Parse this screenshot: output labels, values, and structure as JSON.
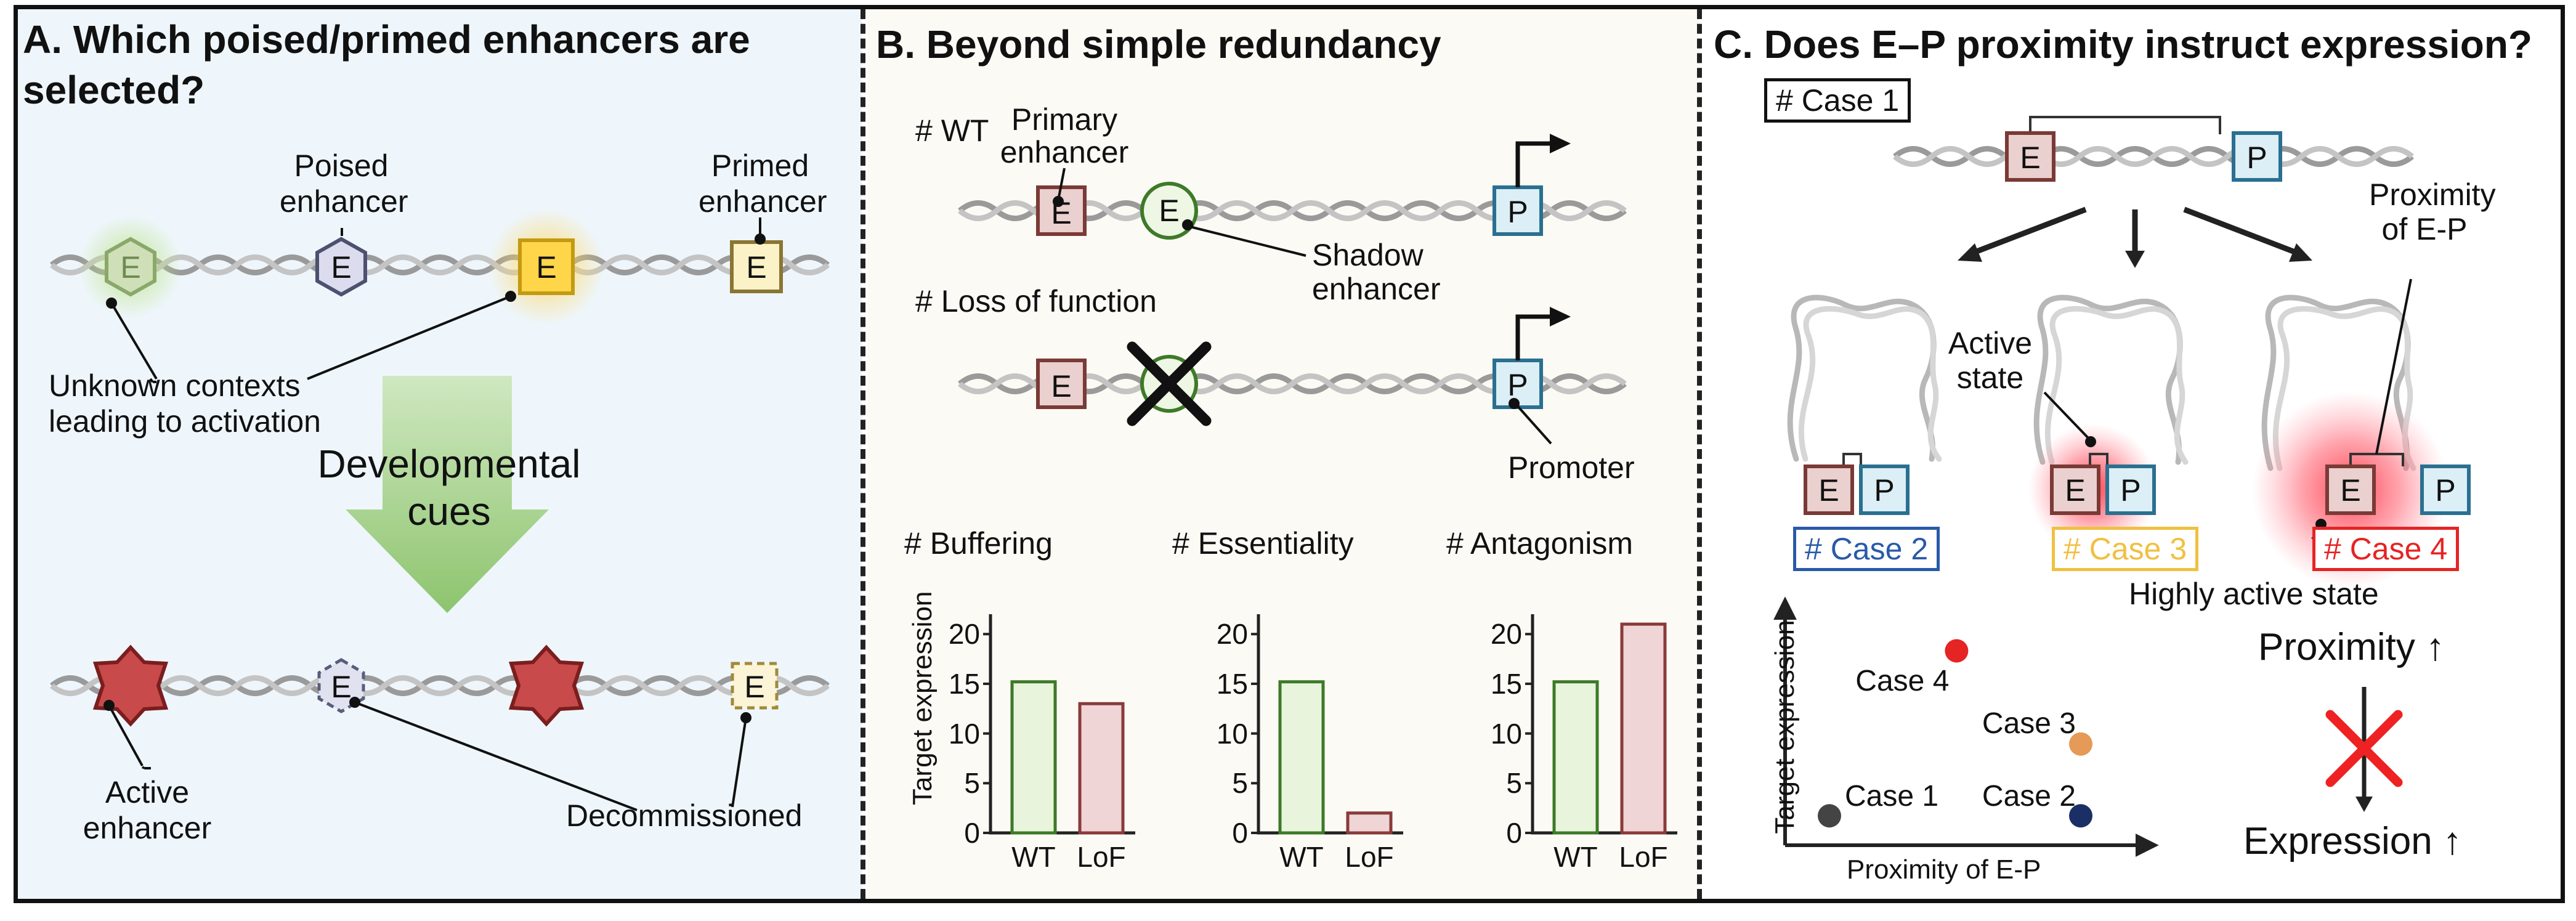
{
  "panel_a": {
    "title_line1": "A. Which poised/primed enhancers are",
    "title_line2": "selected?",
    "poised_line1": "Poised",
    "poised_line2": "enhancer",
    "primed_line1": "Primed",
    "primed_line2": "enhancer",
    "e": "E",
    "unknown_line1": "Unknown contexts",
    "unknown_line2": "leading to activation",
    "cues_line1": "Developmental",
    "cues_line2": "cues",
    "active_line1": "Active",
    "active_line2": "enhancer",
    "decommissioned": "Decommissioned"
  },
  "panel_b": {
    "title": "B. Beyond simple redundancy",
    "wt_case": "# WT",
    "primary_line1": "Primary",
    "primary_line2": "enhancer",
    "shadow_line1": "Shadow",
    "shadow_line2": "enhancer",
    "lof_case": "# Loss of function",
    "promoter": "Promoter",
    "e": "E",
    "p": "P"
  },
  "panel_c": {
    "title": "C. Does E–P proximity instruct expression?",
    "case1": "# Case 1",
    "case2": "# Case 2",
    "case3": "# Case 3",
    "case4": "# Case 4",
    "active_state_line1": "Active",
    "active_state_line2": "state",
    "proximity_line1": "Proximity",
    "proximity_line2": "of E-P",
    "highly_active": "Highly active state",
    "proximity_up": "Proximity ↑",
    "expression_up": "Expression ↑",
    "e": "E",
    "p": "P"
  },
  "chart_data": [
    {
      "type": "bar",
      "title": "# Buffering",
      "categories": [
        "WT",
        "LoF"
      ],
      "values": [
        15.2,
        13
      ],
      "ylabel": "Target expression",
      "ylim": [
        0,
        22
      ],
      "yticks": [
        0,
        5,
        10,
        15,
        20
      ],
      "colors": [
        "#e8f5dc",
        "#efd5d5"
      ]
    },
    {
      "type": "bar",
      "title": "# Essentiality",
      "categories": [
        "WT",
        "LoF"
      ],
      "values": [
        15.2,
        2
      ],
      "ylim": [
        0,
        22
      ],
      "yticks": [
        0,
        5,
        10,
        15,
        20
      ],
      "colors": [
        "#e8f5dc",
        "#efd5d5"
      ]
    },
    {
      "type": "bar",
      "title": "# Antagonism",
      "categories": [
        "WT",
        "LoF"
      ],
      "values": [
        15.2,
        21
      ],
      "ylim": [
        0,
        22
      ],
      "yticks": [
        0,
        5,
        10,
        15,
        20
      ],
      "colors": [
        "#e8f5dc",
        "#efd5d5"
      ]
    },
    {
      "type": "scatter",
      "xlabel": "Proximity of E-P",
      "ylabel": "Target expression",
      "points": [
        {
          "label": "Case 1",
          "proximity": 0.05,
          "expression": 0.05,
          "color": "#444444"
        },
        {
          "label": "Case 2",
          "proximity": 0.9,
          "expression": 0.05,
          "color": "#1a2f66"
        },
        {
          "label": "Case 3",
          "proximity": 0.9,
          "expression": 0.42,
          "color": "#e59a58"
        },
        {
          "label": "Case 4",
          "proximity": 0.48,
          "expression": 0.9,
          "color": "#e52424"
        }
      ]
    }
  ]
}
